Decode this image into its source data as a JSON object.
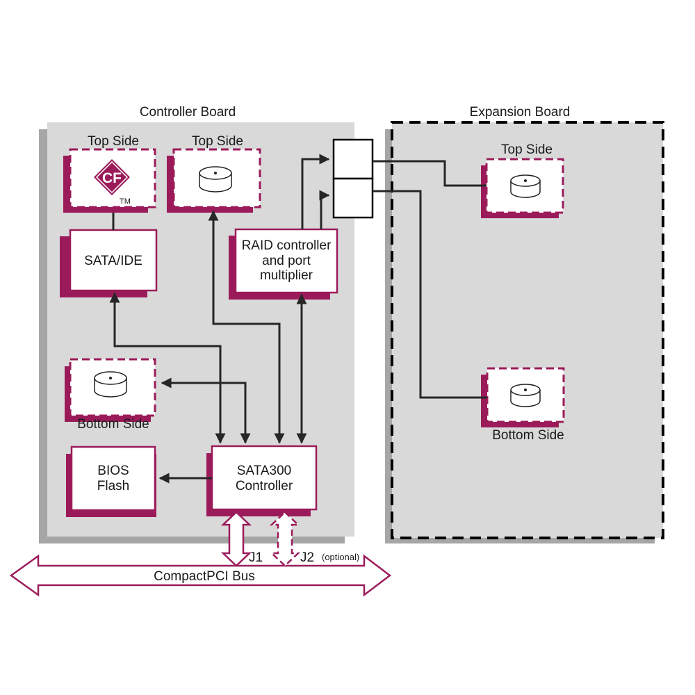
{
  "boards": {
    "controller": {
      "title": "Controller Board"
    },
    "expansion": {
      "title": "Expansion Board"
    }
  },
  "slots": {
    "cf_top": {
      "label": "Top Side",
      "logo_text": "CF",
      "tm": "TM"
    },
    "disk_top": {
      "label": "Top Side"
    },
    "disk_bottom": {
      "label": "Bottom Side"
    },
    "exp_top": {
      "label": "Top Side"
    },
    "exp_bottom": {
      "label": "Bottom Side"
    }
  },
  "blocks": {
    "sata_ide": {
      "line1": "SATA/IDE"
    },
    "raid": {
      "line1": "RAID controller",
      "line2": "and port",
      "line3": "multiplier"
    },
    "bios": {
      "line1": "BIOS",
      "line2": "Flash"
    },
    "sata300": {
      "line1": "SATA300",
      "line2": "Controller"
    }
  },
  "connectors": {
    "j1": "J1",
    "j2": "J2",
    "j2_note": "(optional)"
  },
  "bus": {
    "label": "CompactPCI Bus"
  },
  "colors": {
    "accent": "#9b1b5a",
    "board_fill": "#d9d9d9",
    "board_shadow": "#a6a6a6",
    "line": "#262626"
  }
}
